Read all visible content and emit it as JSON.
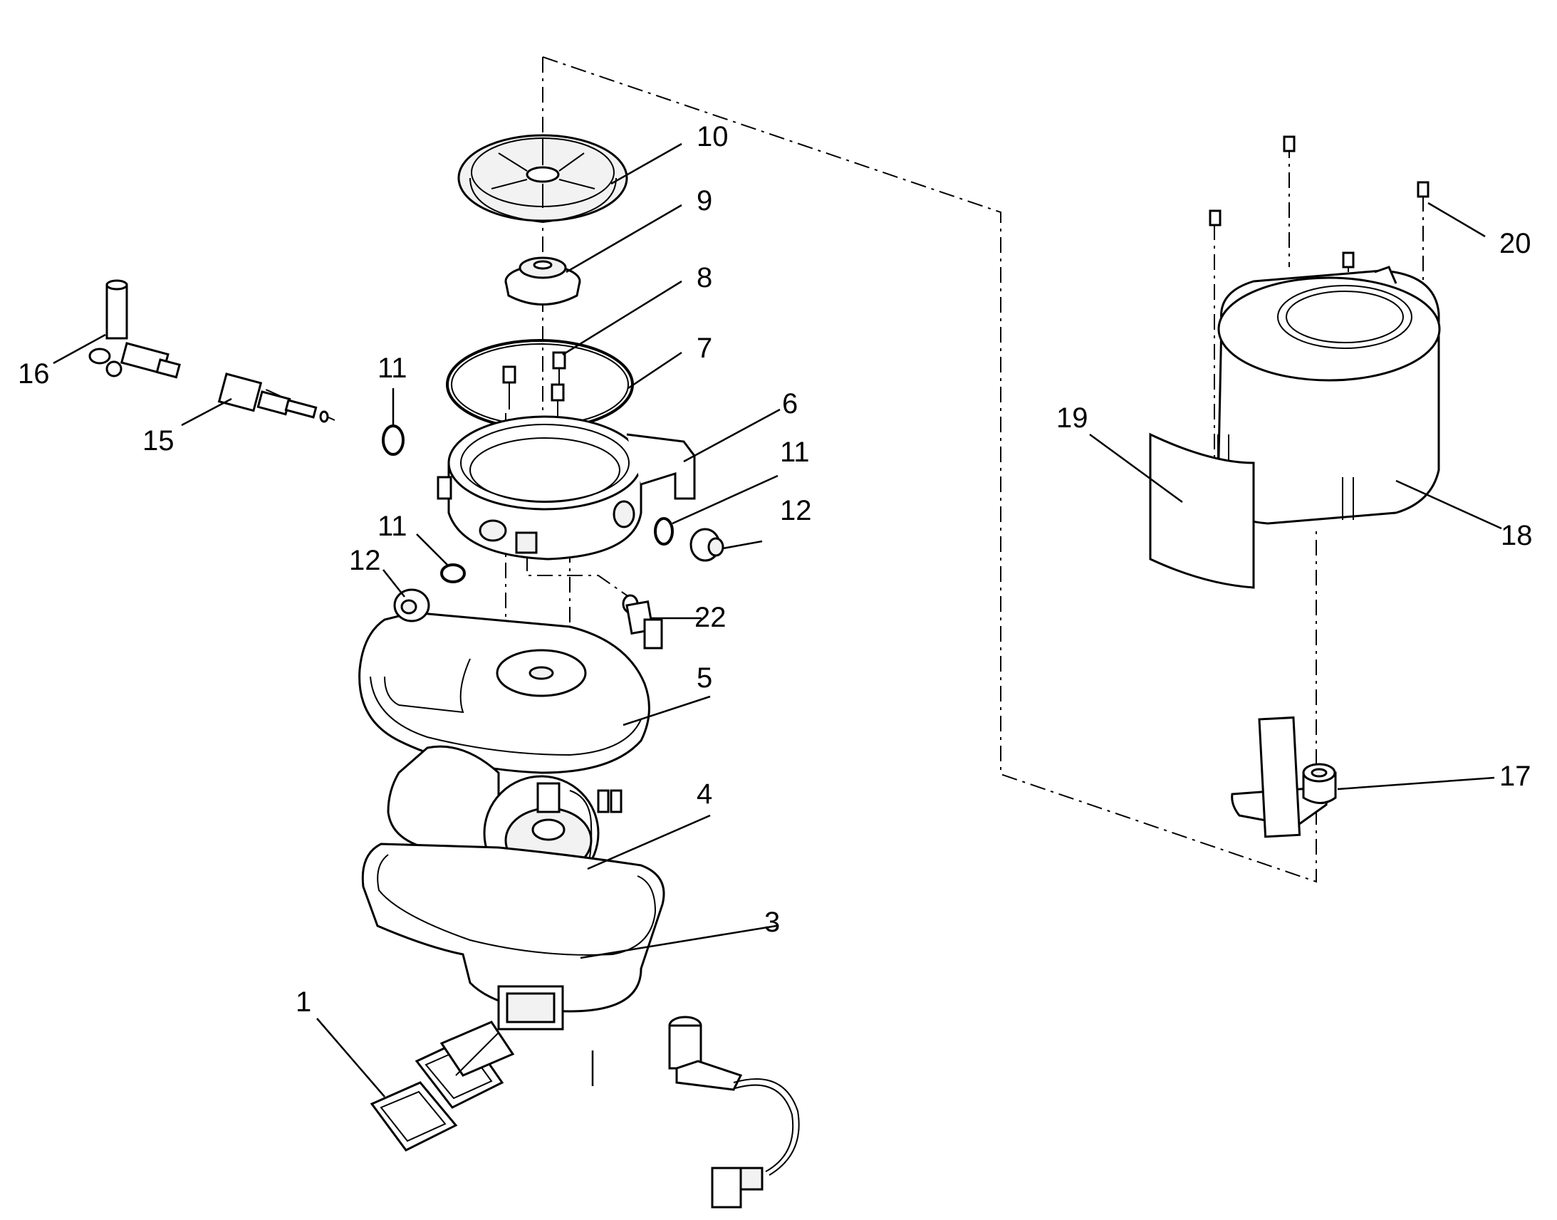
{
  "callouts": [
    "1",
    "3",
    "4",
    "5",
    "6",
    "7",
    "8",
    "9",
    "10",
    "11",
    "11",
    "11",
    "12",
    "12",
    "15",
    "16",
    "17",
    "18",
    "19",
    "20",
    "22"
  ]
}
